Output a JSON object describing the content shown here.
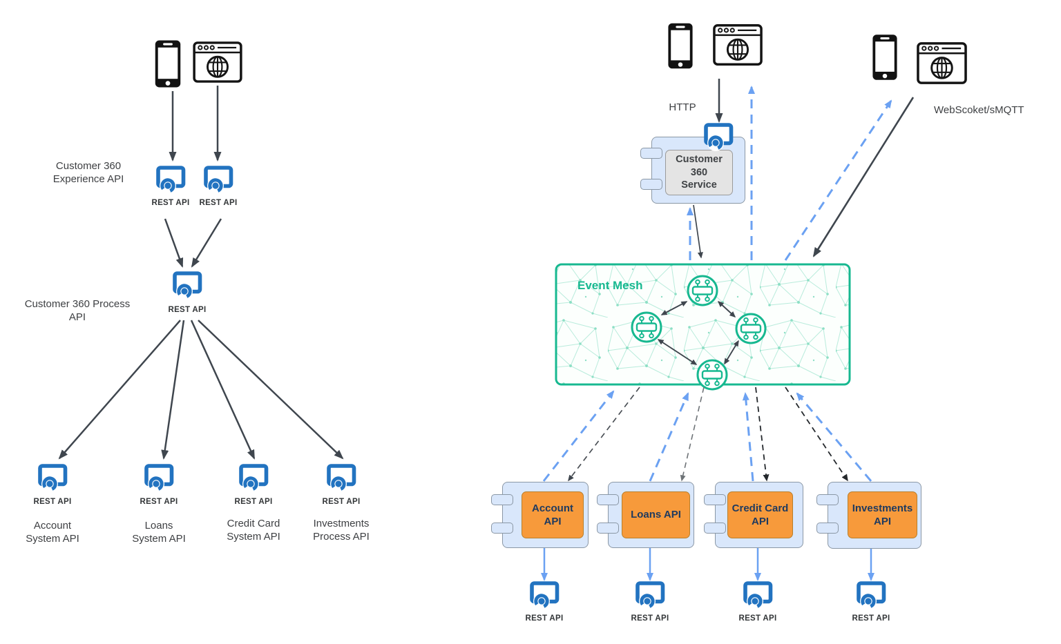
{
  "labels": {
    "rest_api": "REST API",
    "http": "HTTP",
    "websocket": "WebScoket/sMQTT",
    "event_mesh": "Event Mesh"
  },
  "left_diagram": {
    "experience_label": "Customer 360\nExperience API",
    "process_label": "Customer 360 Process\nAPI",
    "systems": [
      {
        "label": "Account\nSystem API"
      },
      {
        "label": "Loans\nSystem API"
      },
      {
        "label": "Credit Card\nSystem API"
      },
      {
        "label": "Investments\nProcess  API"
      }
    ]
  },
  "right_diagram": {
    "service_label": "Customer\n360\nService",
    "apis": [
      {
        "label": "Account\nAPI"
      },
      {
        "label": "Loans API"
      },
      {
        "label": "Credit Card\nAPI"
      },
      {
        "label": "Investments\nAPI"
      }
    ]
  },
  "colors": {
    "rest_icon_blue": "#2273c0",
    "accent_blue_arrow": "#6ba1f2",
    "mesh_green": "#17b890",
    "component_fill": "#d9e7fb",
    "api_orange": "#f79a3b",
    "dark_arrow": "#3f464e"
  }
}
